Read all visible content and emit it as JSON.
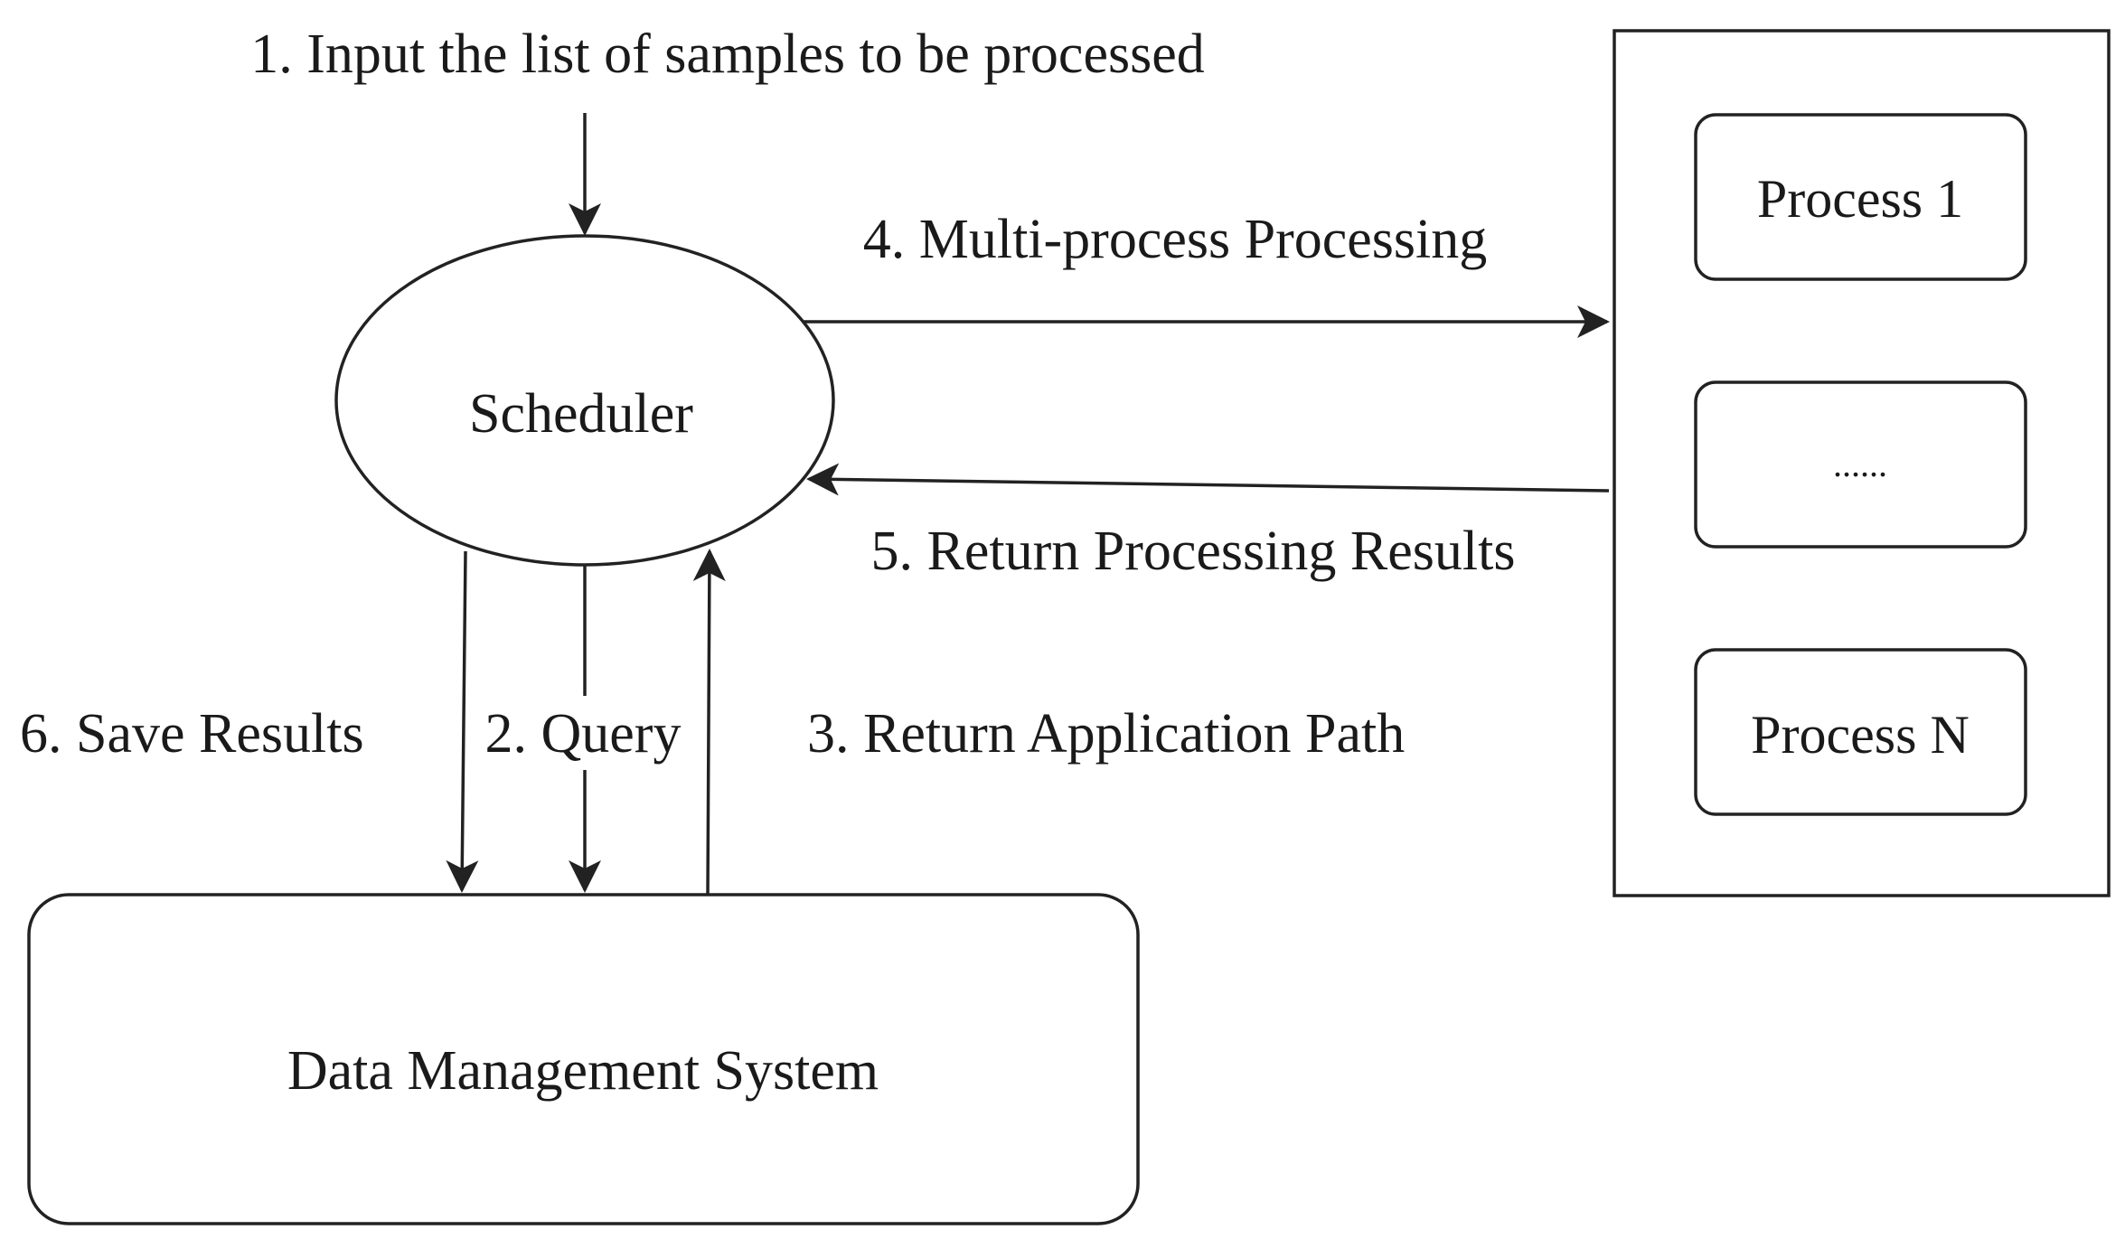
{
  "nodes": {
    "scheduler": "Scheduler",
    "data_management_system": "Data Management System",
    "process_first": "Process 1",
    "process_ellipsis": "......",
    "process_last": "Process N"
  },
  "edges": {
    "step1": "1. Input the list of samples to be processed",
    "step2": "2. Query",
    "step3": "3. Return Application Path",
    "step4": "4. Multi-process Processing",
    "step5": "5. Return Processing Results",
    "step6": "6. Save Results"
  },
  "colors": {
    "stroke": "#222222",
    "text": "#1a1a1a",
    "background": "#ffffff"
  }
}
